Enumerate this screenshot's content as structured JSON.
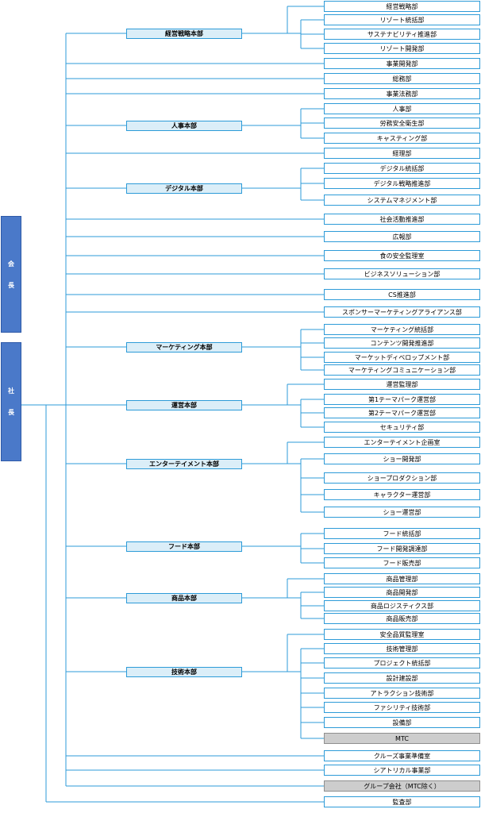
{
  "executives": {
    "chairman": [
      "会",
      "長"
    ],
    "president": [
      "社",
      "長"
    ]
  },
  "line_color": "#2d9bd8",
  "executive_color": "#4a79c9",
  "headquarters_fill": "#dbeef8",
  "gray_fill": "#cdcdcd",
  "units": [
    {
      "type": "hq",
      "name": "経営戦略本部",
      "depts": [
        "経営戦略部",
        "リゾート統括部",
        "サステナビリティ推進部",
        "リゾート開発部"
      ]
    },
    {
      "type": "dept",
      "name": "事業開発部"
    },
    {
      "type": "dept",
      "name": "総務部"
    },
    {
      "type": "dept",
      "name": "事業法務部"
    },
    {
      "type": "hq",
      "name": "人事本部",
      "depts": [
        "人事部",
        "労務安全衛生部",
        "キャスティング部"
      ]
    },
    {
      "type": "dept",
      "name": "経理部"
    },
    {
      "type": "hq",
      "name": "デジタル本部",
      "depts": [
        "デジタル統括部",
        "デジタル戦略推進部",
        "システムマネジメント部"
      ]
    },
    {
      "type": "dept",
      "name": "社会活動推進部"
    },
    {
      "type": "dept",
      "name": "広報部"
    },
    {
      "type": "dept",
      "name": "食の安全監理室"
    },
    {
      "type": "dept",
      "name": "ビジネスソリューション部"
    },
    {
      "type": "dept",
      "name": "CS推進部"
    },
    {
      "type": "dept",
      "name": "スポンサーマーケティングアライアンス部"
    },
    {
      "type": "hq",
      "name": "マーケティング本部",
      "depts": [
        "マーケティング統括部",
        "コンテンツ開発推進部",
        "マーケットディベロップメント部",
        "マーケティングコミュニケーション部"
      ]
    },
    {
      "type": "hq",
      "name": "運営本部",
      "depts": [
        "運営監理部",
        "第1テーマパーク運営部",
        "第2テーマパーク運営部",
        "セキュリティ部"
      ]
    },
    {
      "type": "hq",
      "name": "エンターテイメント本部",
      "depts": [
        "エンターテイメント企画室",
        "ショー開発部",
        "ショープロダクション部",
        "キャラクター運営部",
        "ショー運営部"
      ]
    },
    {
      "type": "hq",
      "name": "フード本部",
      "depts": [
        "フード統括部",
        "フード開発調達部",
        "フード販売部"
      ]
    },
    {
      "type": "hq",
      "name": "商品本部",
      "depts": [
        "商品管理部",
        "商品開発部",
        "商品ロジスティクス部",
        "商品販売部"
      ]
    },
    {
      "type": "hq",
      "name": "技術本部",
      "depts": [
        "安全品質監理室",
        "技術管理部",
        "プロジェクト統括部",
        "設計建設部",
        "アトラクション技術部",
        "ファシリティ技術部",
        "設備部",
        "MTC"
      ],
      "gray": [
        "MTC"
      ]
    },
    {
      "type": "dept",
      "name": "クルーズ事業準備室"
    },
    {
      "type": "dept",
      "name": "シアトリカル事業部"
    },
    {
      "type": "dept",
      "name": "グループ会社（MTC除く）",
      "gray": true
    }
  ],
  "audit": "監査部"
}
